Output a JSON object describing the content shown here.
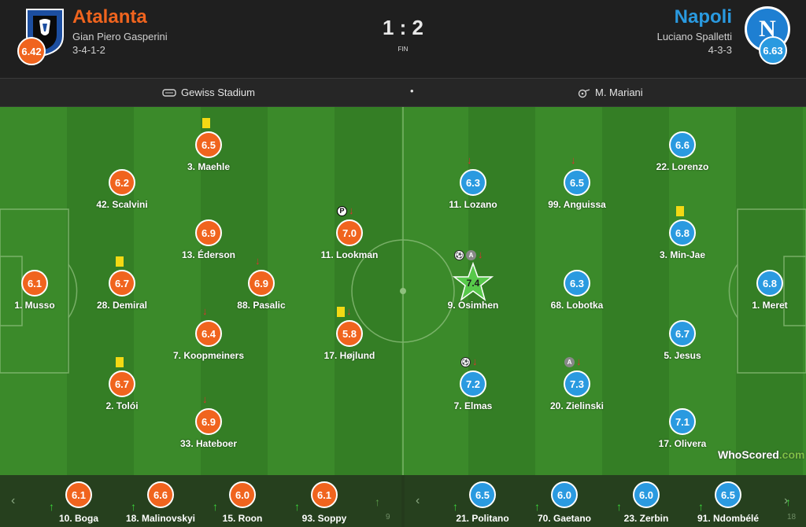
{
  "home": {
    "name": "Atalanta",
    "coach": "Gian Piero Gasperini",
    "formation": "3-4-1-2",
    "rating": "6.42",
    "color": "#f0641e",
    "crest_icon": "atalanta-crest-icon"
  },
  "away": {
    "name": "Napoli",
    "coach": "Luciano Spalletti",
    "formation": "4-3-3",
    "rating": "6.63",
    "color": "#2a9ae0",
    "crest_icon": "napoli-crest-icon",
    "crest_letter": "N"
  },
  "score": "1 : 2",
  "status": "FIN",
  "info": {
    "stadium": "Gewiss Stadium",
    "separator": "•",
    "referee": "M. Mariani"
  },
  "players": {
    "home": [
      {
        "name": "1. Musso",
        "rating": "6.1",
        "events": []
      },
      {
        "name": "28. Demiral",
        "rating": "6.7",
        "events": [
          "yellow-card"
        ]
      },
      {
        "name": "42. Scalvini",
        "rating": "6.2",
        "events": []
      },
      {
        "name": "2. Tolói",
        "rating": "6.7",
        "events": [
          "yellow-card"
        ]
      },
      {
        "name": "3. Maehle",
        "rating": "6.5",
        "events": [
          "yellow-card"
        ]
      },
      {
        "name": "13. Éderson",
        "rating": "6.9",
        "events": []
      },
      {
        "name": "7. Koopmeiners",
        "rating": "6.4",
        "events": [
          "sub-off"
        ]
      },
      {
        "name": "33. Hateboer",
        "rating": "6.9",
        "events": [
          "sub-off"
        ]
      },
      {
        "name": "88. Pasalic",
        "rating": "6.9",
        "events": [
          "sub-off"
        ]
      },
      {
        "name": "11. Lookman",
        "rating": "7.0",
        "events": [
          "penalty",
          "sub-off"
        ]
      },
      {
        "name": "17. Højlund",
        "rating": "5.8",
        "events": [
          "yellow-card",
          "sub-off"
        ]
      }
    ],
    "away": [
      {
        "name": "1. Meret",
        "rating": "6.8",
        "events": []
      },
      {
        "name": "22. Lorenzo",
        "rating": "6.6",
        "events": []
      },
      {
        "name": "3. Min-Jae",
        "rating": "6.8",
        "events": [
          "yellow-card"
        ]
      },
      {
        "name": "5. Jesus",
        "rating": "6.7",
        "events": []
      },
      {
        "name": "17. Olivera",
        "rating": "7.1",
        "events": []
      },
      {
        "name": "99. Anguissa",
        "rating": "6.5",
        "events": [
          "sub-off"
        ]
      },
      {
        "name": "68. Lobotka",
        "rating": "6.3",
        "events": []
      },
      {
        "name": "20. Zielinski",
        "rating": "7.3",
        "events": [
          "assist",
          "sub-off"
        ]
      },
      {
        "name": "11. Lozano",
        "rating": "6.3",
        "events": [
          "sub-off"
        ]
      },
      {
        "name": "9. Osimhen",
        "rating": "7.4",
        "events": [
          "goal",
          "assist",
          "sub-off"
        ],
        "man_of_match": true
      },
      {
        "name": "7. Elmas",
        "rating": "7.2",
        "events": [
          "goal",
          "sub-off"
        ]
      }
    ]
  },
  "bench": {
    "home": [
      {
        "name": "10. Boga",
        "rating": "6.1"
      },
      {
        "name": "18. Malinovskyi",
        "rating": "6.6"
      },
      {
        "name": "15. Roon",
        "rating": "6.0"
      },
      {
        "name": "93. Soppy",
        "rating": "6.1"
      }
    ],
    "home_partial": "9",
    "away": [
      {
        "name": "21. Politano",
        "rating": "6.5"
      },
      {
        "name": "70. Gaetano",
        "rating": "6.0"
      },
      {
        "name": "23. Zerbin",
        "rating": "6.0"
      },
      {
        "name": "91. Ndombélé",
        "rating": "6.5"
      }
    ],
    "away_partial": "18",
    "prev_label": "‹",
    "next_label": "›"
  },
  "watermark": {
    "a": "WhoScored",
    "b": ".com"
  },
  "icons": {
    "stadium": "stadium-icon",
    "referee": "whistle-icon",
    "sub_off": "sub-off-arrow-icon",
    "sub_on": "sub-on-arrow-icon",
    "goal": "ball-icon",
    "assist": "assist-badge-icon",
    "yellow": "yellow-card-icon",
    "penalty": "penalty-icon",
    "motm": "star-icon"
  }
}
